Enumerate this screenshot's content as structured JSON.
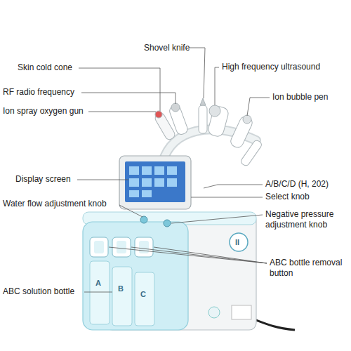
{
  "diagram": {
    "labels": [
      "Shovel knife",
      "Skin cold cone",
      "High frequency ultrasound",
      "RF radio frequency",
      "Ion bubble pen",
      "Ion spray oxygen gun",
      "Display screen",
      "A/B/C/D (H, 202)",
      "Select knob",
      "Water flow adjustment knob",
      "Negative pressure adjustment knob",
      "ABC bottle removal button",
      "ABC solution bottle",
      "A",
      "B",
      "C",
      "II"
    ]
  }
}
